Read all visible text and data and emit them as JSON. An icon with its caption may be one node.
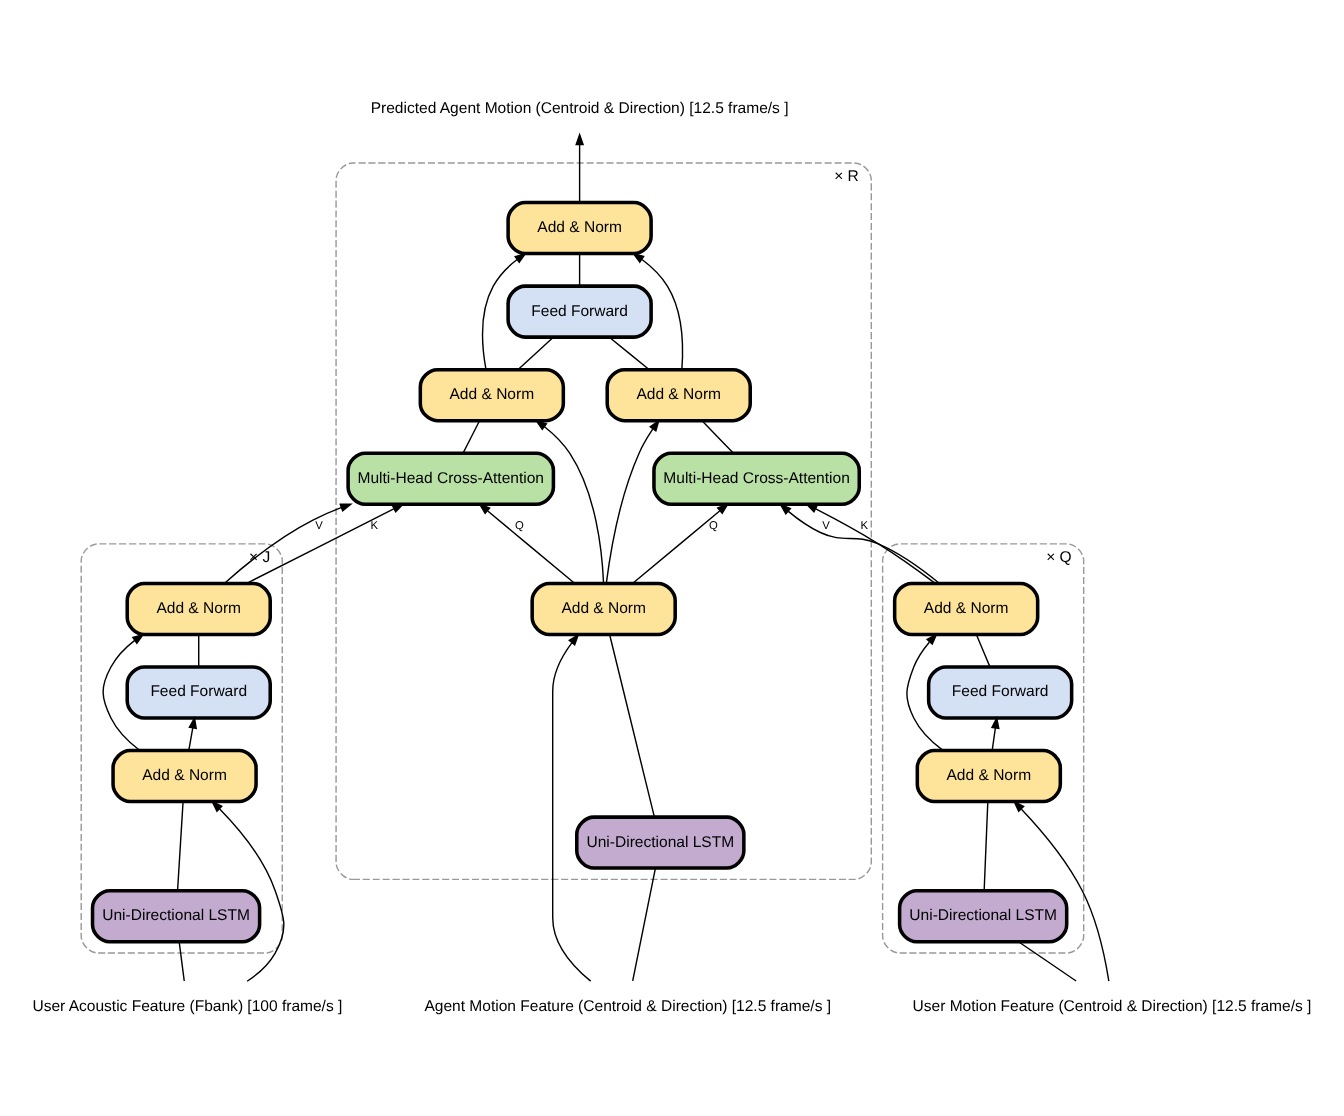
{
  "diagram": {
    "nodes": [
      {
        "text": [],
        "shape": "box",
        "beside": [
          "× J"
        ]
      },
      {
        "text": [
          "Add & Norm"
        ],
        "in": 0
      },
      {
        "text": [
          "Feed Forward"
        ],
        "in": 0
      },
      {
        "text": [
          "Add & Norm"
        ],
        "in": 0
      },
      {
        "text": [
          "Uni-Directional LSTM"
        ],
        "in": 0
      },
      {
        "text": [],
        "shape": "box",
        "beside": [
          "× R"
        ]
      },
      {
        "text": [
          "Add & Norm"
        ],
        "in": 5
      },
      {
        "text": [
          "Feed Forward"
        ],
        "in": 5
      },
      {
        "text": [
          "Add & Norm"
        ],
        "in": 5
      },
      {
        "text": [
          "Add & Norm"
        ],
        "in": 5
      },
      {
        "text": [
          "Multi-Head Cross-Attention"
        ],
        "in": 5
      },
      {
        "text": [
          "Multi-Head Cross-Attention"
        ],
        "in": 5
      },
      {
        "text": [
          "Add & Norm"
        ],
        "in": 5
      },
      {
        "text": [
          "Uni-Directional LSTM"
        ],
        "in": 5
      },
      {
        "text": [],
        "shape": "box",
        "beside": [
          "× Q"
        ]
      },
      {
        "text": [
          "Add & Norm"
        ],
        "in": 14
      },
      {
        "text": [
          "Feed Forward"
        ],
        "in": 14
      },
      {
        "text": [
          "Add & Norm"
        ],
        "in": 14
      },
      {
        "text": [
          "Uni-Directional LSTM"
        ],
        "in": 14
      },
      {
        "text": [
          "User Acoustic Feature (Fbank) [100 frame/s ]"
        ]
      },
      {
        "text": [
          "Agent Motion Feature (Centroid & Direction) [12.5 frame/s ]"
        ]
      },
      {
        "text": [
          "User Motion Feature (Centroid & Direction) [12.5 frame/s ]"
        ]
      },
      {
        "text": [
          "Predicted Agent Motion (Centroid & Direction) [12.5 frame/s ]"
        ]
      }
    ],
    "edges": [
      {
        "from": 19,
        "to": 4,
        "arrow": "none"
      },
      {
        "from": 4,
        "to": 3,
        "arrow": "none"
      },
      {
        "from": 19,
        "to": 3,
        "arrow": "to"
      },
      {
        "from": 3,
        "to": 2,
        "arrow": "to"
      },
      {
        "from": 3,
        "to": 1,
        "arrow": "to"
      },
      {
        "from": 2,
        "to": 1,
        "arrow": "none"
      },
      {
        "from": 1,
        "to": 10,
        "arrow": "to",
        "label": "V"
      },
      {
        "from": 1,
        "to": 10,
        "arrow": "to",
        "label": "K"
      },
      {
        "from": 20,
        "to": 13,
        "arrow": "none"
      },
      {
        "from": 13,
        "to": 12,
        "arrow": "none"
      },
      {
        "from": 20,
        "to": 12,
        "arrow": "to"
      },
      {
        "from": 12,
        "to": 10,
        "arrow": "to",
        "label": "Q"
      },
      {
        "from": 12,
        "to": 11,
        "arrow": "to",
        "label": "Q"
      },
      {
        "from": 12,
        "to": 8,
        "arrow": "to"
      },
      {
        "from": 12,
        "to": 9,
        "arrow": "to"
      },
      {
        "from": 10,
        "to": 8,
        "arrow": "none"
      },
      {
        "from": 11,
        "to": 9,
        "arrow": "none"
      },
      {
        "from": 8,
        "to": 7,
        "arrow": "none"
      },
      {
        "from": 9,
        "to": 7,
        "arrow": "none"
      },
      {
        "from": 8,
        "to": 6,
        "arrow": "to"
      },
      {
        "from": 9,
        "to": 6,
        "arrow": "to"
      },
      {
        "from": 7,
        "to": 6,
        "arrow": "none"
      },
      {
        "from": 6,
        "to": 22,
        "arrow": "to"
      },
      {
        "from": 21,
        "to": 18,
        "arrow": "none"
      },
      {
        "from": 18,
        "to": 17,
        "arrow": "none"
      },
      {
        "from": 21,
        "to": 17,
        "arrow": "to"
      },
      {
        "from": 17,
        "to": 16,
        "arrow": "to"
      },
      {
        "from": 17,
        "to": 15,
        "arrow": "to"
      },
      {
        "from": 16,
        "to": 15,
        "arrow": "none"
      },
      {
        "from": 15,
        "to": 11,
        "arrow": "to",
        "label": "K"
      },
      {
        "from": 15,
        "to": 11,
        "arrow": "to",
        "label": "V"
      }
    ]
  }
}
